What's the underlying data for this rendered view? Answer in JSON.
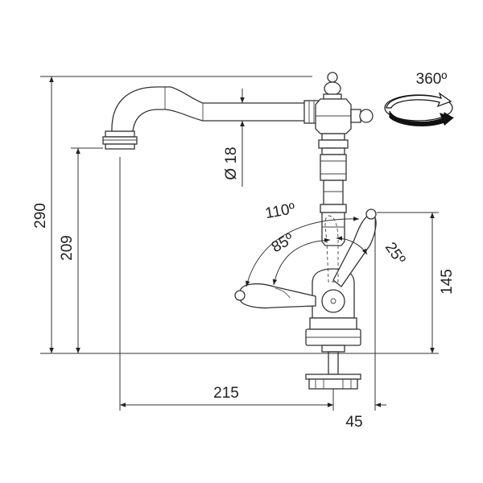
{
  "dimensions": {
    "total_height": "290",
    "spout_height": "209",
    "handle_height": "145",
    "reach": "215",
    "base_offset": "45",
    "pipe_diameter": "Ø 18"
  },
  "angles": {
    "full_swing": "110º",
    "back_swing": "85º",
    "forward_swing": "25º",
    "rotation": "360º"
  },
  "icons": {
    "rotation": "rotation-arrow-icon"
  }
}
